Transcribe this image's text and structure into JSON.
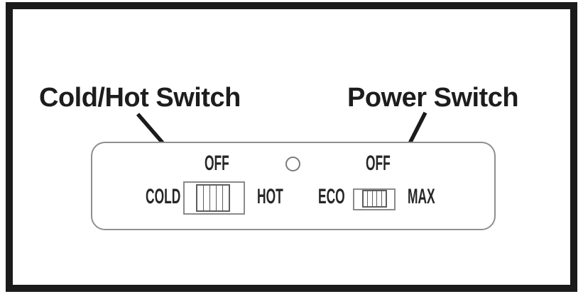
{
  "callouts": {
    "cold_hot": {
      "label": "Cold/Hot Switch"
    },
    "power": {
      "label": "Power Switch"
    }
  },
  "panel": {
    "cold_hot_switch": {
      "top_label": "OFF",
      "left_label": "COLD",
      "right_label": "HOT",
      "knob_ridges": 5
    },
    "power_switch": {
      "top_label": "OFF",
      "left_label": "ECO",
      "right_label": "MAX",
      "knob_ridges": 5
    },
    "indicator_icon": "indicator-light"
  },
  "colors": {
    "frame_border": "#1b1b1b",
    "ink": "#1d1d1d",
    "panel_border": "#8f8f8f",
    "switch_border": "#8a8a8a",
    "knob_border": "#5e5e5e",
    "panel_label": "#262626"
  }
}
